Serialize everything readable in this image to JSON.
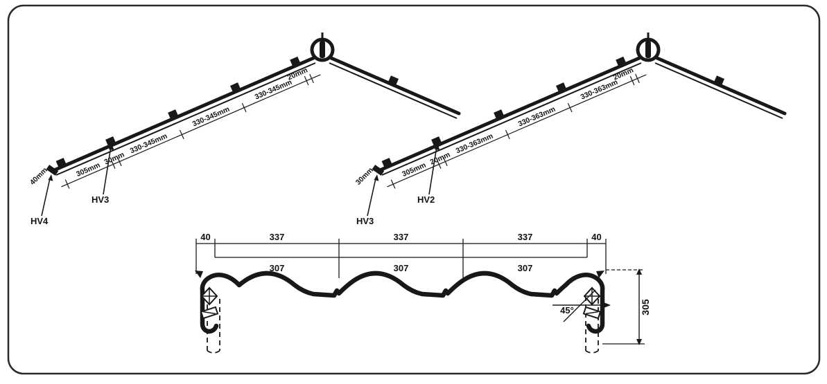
{
  "left_roof": {
    "ridge_gap": "20mm",
    "spans": [
      "330-345mm",
      "330-345mm",
      "330-345mm"
    ],
    "batten_gap": "30mm",
    "eave_course": "305mm",
    "overhang": "40mm",
    "callout_upper": "HV3",
    "callout_lower": "HV4"
  },
  "right_roof": {
    "ridge_gap": "20mm",
    "spans": [
      "330-363mm",
      "330-363mm",
      "330-363mm"
    ],
    "batten_gap": "20mm",
    "eave_course": "305mm",
    "overhang": "30mm",
    "callout_upper": "HV2",
    "callout_lower": "HV3"
  },
  "cross_section": {
    "top_dims": [
      "40",
      "337",
      "337",
      "337",
      "40"
    ],
    "cover_dims": [
      "307",
      "307",
      "307"
    ],
    "angle": "45°",
    "height": "305"
  }
}
